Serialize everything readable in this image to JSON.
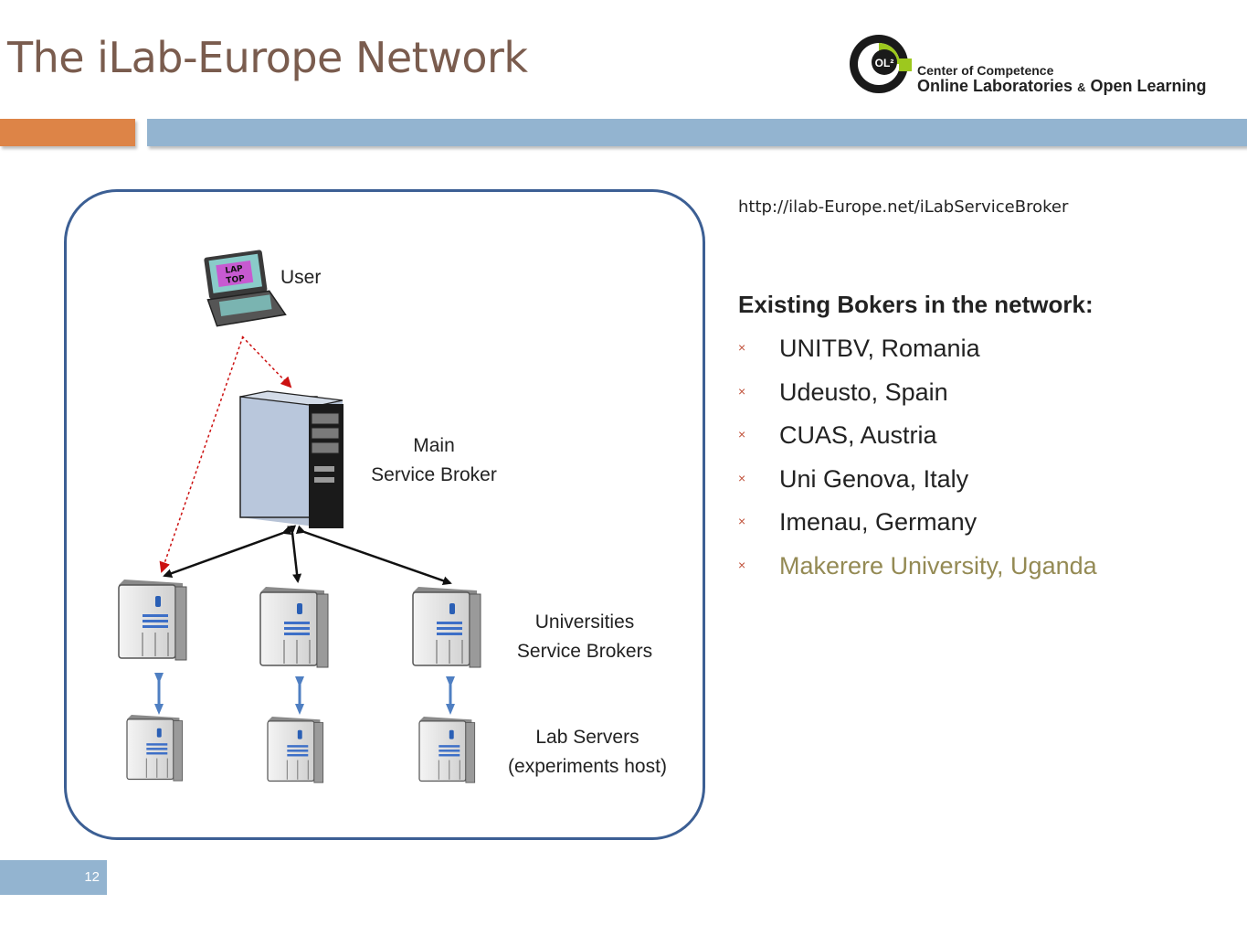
{
  "slide": {
    "title": "The iLab-Europe Network",
    "page_number": "12"
  },
  "logo": {
    "badge": "OL²",
    "line1": "Center of Competence",
    "line2a": "Online Laboratories",
    "amp": "&",
    "line2b": "Open Learning"
  },
  "diagram": {
    "user_label": "User",
    "main_broker_line1": "Main",
    "main_broker_line2": "Service Broker",
    "univ_label_line1": "Universities",
    "univ_label_line2": "Service Brokers",
    "lab_label_line1": "Lab Servers",
    "lab_label_line2": "(experiments host)",
    "laptop_text1": "LAP",
    "laptop_text2": "TOP"
  },
  "content": {
    "url": "http://ilab-Europe.net/iLabServiceBroker",
    "heading": "Existing Bokers in the network:",
    "brokers": [
      "UNITBV, Romania",
      "Udeusto, Spain",
      "CUAS, Austria",
      "Uni Genova, Italy",
      "Imenau, Germany",
      "Makerere University, Uganda"
    ],
    "bullet_glyph": "×"
  },
  "colors": {
    "title": "#7a5c4e",
    "accent_orange": "#dd8447",
    "accent_blue": "#93b4d0",
    "frame": "#3c5f94",
    "highlight": "#948a54"
  }
}
